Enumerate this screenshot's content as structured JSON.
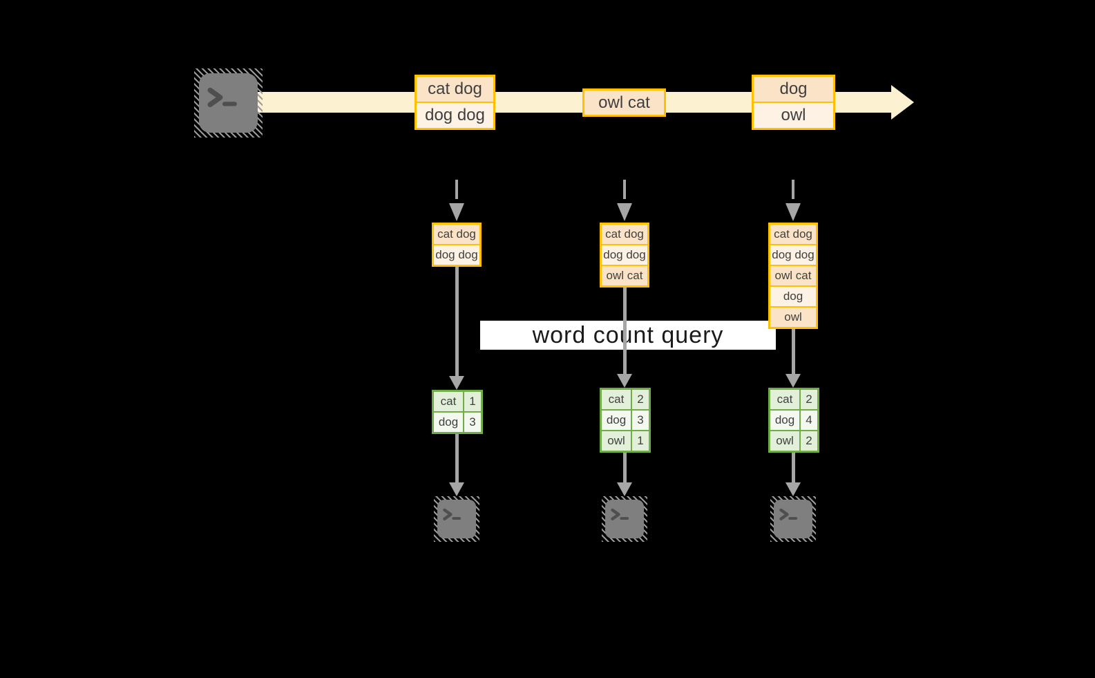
{
  "colors": {
    "bg": "#000000",
    "stream_arrow": "#fcf2d1",
    "box_border": "#ffc000",
    "box_fill_dark": "#fbe3c8",
    "box_fill_light": "#fdf2e4",
    "box_text": "#3f3f3f",
    "table_border": "#70ad47",
    "table_row_odd": "#e2efd9",
    "table_row_even": "#f4f9ef",
    "arrow_gray": "#a6a6a6",
    "label_bg": "#ffffff",
    "label_text": "#1a1a1a",
    "terminal_fill": "#7f7f7f",
    "terminal_glyph": "#4f4f4f",
    "hatch": "#9a9a9a"
  },
  "stream": {
    "source_icon": "terminal-icon",
    "events": [
      {
        "lines": [
          "cat dog",
          "dog dog"
        ]
      },
      {
        "lines": [
          "owl cat"
        ]
      },
      {
        "lines": [
          "dog",
          "owl"
        ]
      }
    ]
  },
  "query_label": "word count query",
  "workers": [
    {
      "buffer": [
        "cat dog",
        "dog dog"
      ],
      "counts": [
        {
          "word": "cat",
          "count": "1"
        },
        {
          "word": "dog",
          "count": "3"
        }
      ],
      "sink_icon": "terminal-icon"
    },
    {
      "buffer": [
        "cat dog",
        "dog dog",
        "owl cat"
      ],
      "counts": [
        {
          "word": "cat",
          "count": "2"
        },
        {
          "word": "dog",
          "count": "3"
        },
        {
          "word": "owl",
          "count": "1"
        }
      ],
      "sink_icon": "terminal-icon"
    },
    {
      "buffer": [
        "cat dog",
        "dog dog",
        "owl cat",
        "dog",
        "owl"
      ],
      "counts": [
        {
          "word": "cat",
          "count": "2"
        },
        {
          "word": "dog",
          "count": "4"
        },
        {
          "word": "owl",
          "count": "2"
        }
      ],
      "sink_icon": "terminal-icon"
    }
  ]
}
